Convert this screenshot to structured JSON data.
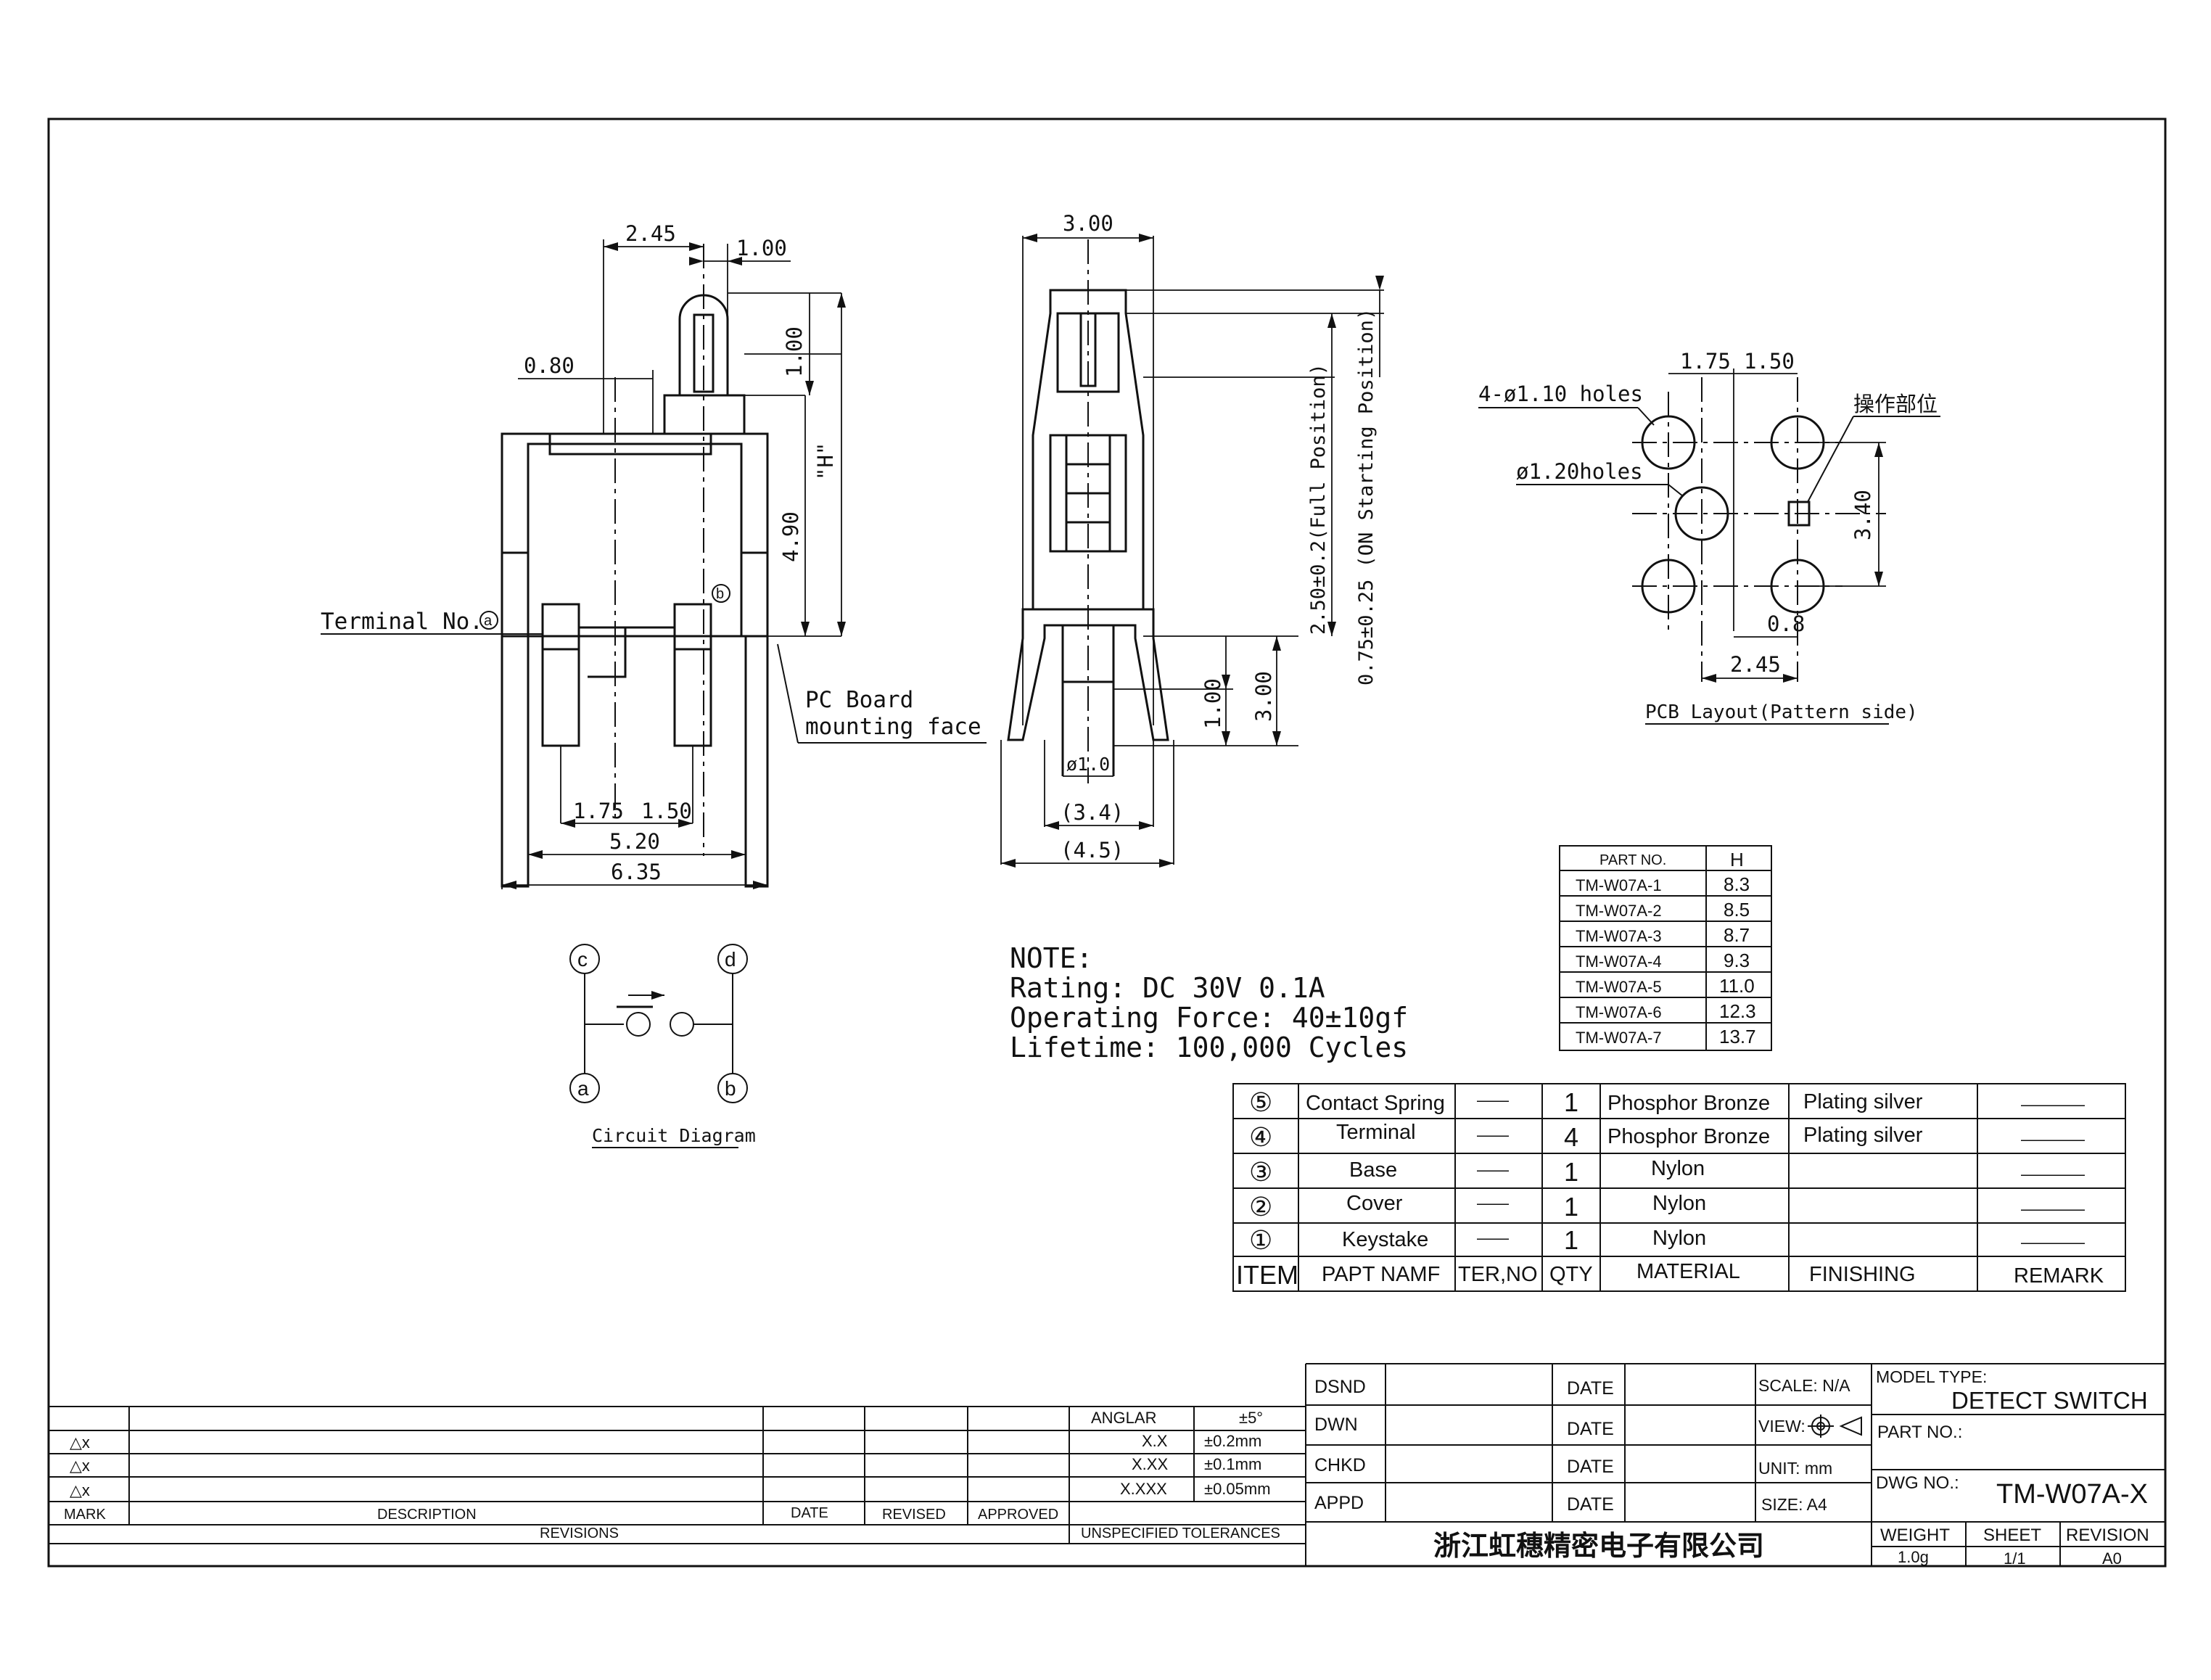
{
  "front_view": {
    "dim_245": "2.45",
    "dim_100_top": "1.00",
    "dim_080": "0.80",
    "dim_100_side": "1.00",
    "dim_H": "\"H\"",
    "dim_490": "4.90",
    "terminal_label": "Terminal No.",
    "terminal_a": "a",
    "terminal_b": "b",
    "pc_board_1": "PC Board",
    "pc_board_2": "mounting face",
    "dim_175": "1.75",
    "dim_150": "1.50",
    "dim_520": "5.20",
    "dim_635": "6.35"
  },
  "side_view": {
    "dim_300_top": "3.00",
    "dim_full": "2.50±0.2(Full Position)",
    "dim_on": "0.75±0.25 (ON Starting Position)",
    "dim_300_side": "3.00",
    "dim_100": "1.00",
    "dim_dia": "ø1.0",
    "dim_34": "(3.4)",
    "dim_45": "(4.5)"
  },
  "pcb_layout": {
    "dim_175": "1.75",
    "dim_150": "1.50",
    "holes_4": "4-ø1.10  holes",
    "holes_1": "ø1.20holes",
    "operate": "操作部位",
    "dim_340": "3.40",
    "dim_08": "0.8",
    "dim_245": "2.45",
    "caption": "PCB Layout(Pattern  side)"
  },
  "h_table": {
    "header": [
      "PART  NO.",
      "H"
    ],
    "rows": [
      [
        "TM-W07A-1",
        "8.3"
      ],
      [
        "TM-W07A-2",
        "8.5"
      ],
      [
        "TM-W07A-3",
        "8.7"
      ],
      [
        "TM-W07A-4",
        "9.3"
      ],
      [
        "TM-W07A-5",
        "11.0"
      ],
      [
        "TM-W07A-6",
        "12.3"
      ],
      [
        "TM-W07A-7",
        "13.7"
      ]
    ]
  },
  "circuit": {
    "c": "c",
    "d": "d",
    "a": "a",
    "b": "b",
    "caption": "Circuit Diagram"
  },
  "note": {
    "title": "NOTE:",
    "rating": "Rating: DC 30V 0.1A",
    "force": "Operating Force: 40±10gf",
    "lifetime": "Lifetime: 100,000 Cycles"
  },
  "bom": {
    "rows": [
      {
        "item": "⑤",
        "name": "Contact Spring",
        "ter": "——",
        "qty": "1",
        "material": "Phosphor Bronze",
        "finishing": "Plating silver",
        "remark": "————"
      },
      {
        "item": "④",
        "name": "Terminal",
        "ter": "——",
        "qty": "4",
        "material": "Phosphor Bronze",
        "finishing": "Plating silver",
        "remark": "————"
      },
      {
        "item": "③",
        "name": "Base",
        "ter": "——",
        "qty": "1",
        "material": "Nylon",
        "finishing": "",
        "remark": "————"
      },
      {
        "item": "②",
        "name": "Cover",
        "ter": "——",
        "qty": "1",
        "material": "Nylon",
        "finishing": "",
        "remark": "————"
      },
      {
        "item": "①",
        "name": "Keystake",
        "ter": "——",
        "qty": "1",
        "material": "Nylon",
        "finishing": "",
        "remark": "————"
      }
    ],
    "header": {
      "item": "ITEM",
      "name": "PAPT NAMF",
      "ter": "TER,NO",
      "qty": "QTY",
      "material": "MATERIAL",
      "finishing": "FINISHING",
      "remark": "REMARK"
    }
  },
  "revisions": {
    "marks": [
      "△x",
      "△x",
      "△x"
    ],
    "col_mark": "MARK",
    "col_desc": "DESCRIPTION",
    "col_date": "DATE",
    "col_revised": "REVISED",
    "col_approved": "APPROVED",
    "footer": "REVISIONS"
  },
  "tolerances": {
    "rows": [
      [
        "ANGLAR",
        "±5°"
      ],
      [
        "X.X",
        "±0.2mm"
      ],
      [
        "X.XX",
        "±0.1mm"
      ],
      [
        "X.XXX",
        "±0.05mm"
      ]
    ],
    "footer": "UNSPECIFIED TOLERANCES"
  },
  "approvals": {
    "rows": [
      "DSND",
      "DWN",
      "CHKD",
      "APPD"
    ],
    "date_label": "DATE",
    "scale": "SCALE: N/A",
    "view": "VIEW:",
    "unit": "UNIT: mm",
    "size": "SIZE: A4",
    "company": "浙江虹穗精密电子有限公司"
  },
  "title_block": {
    "model_type_label": "MODEL TYPE:",
    "model_type": "DETECT SWITCH",
    "part_no_label": "PART NO.:",
    "dwg_no_label": "DWG NO.:",
    "dwg_no": "TM-W07A-X",
    "weight_label": "WEIGHT",
    "weight": "1.0g",
    "sheet_label": "SHEET",
    "sheet": "1/1",
    "revision_label": "REVISION",
    "revision": "A0"
  }
}
